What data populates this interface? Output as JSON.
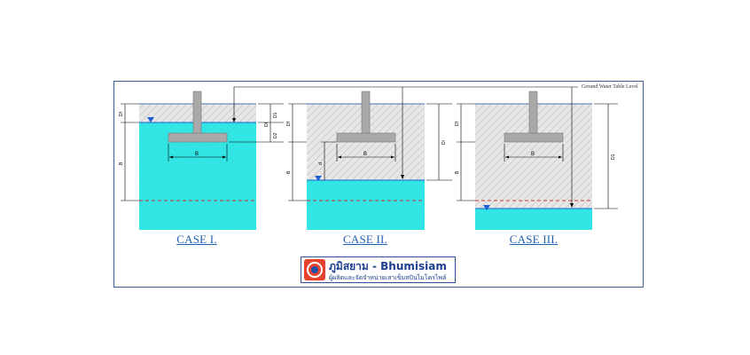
{
  "title": "",
  "annotations": {
    "ground_water_table_level": "Ground Water Table Level"
  },
  "cases": [
    {
      "label": "CASE I.",
      "width_label": "B",
      "labels": [
        "Df",
        "B",
        "D1",
        "Df",
        "D2"
      ]
    },
    {
      "label": "CASE II.",
      "width_label": "B",
      "labels": [
        "Df",
        "B",
        "Di",
        "d"
      ]
    },
    {
      "label": "CASE III.",
      "width_label": "B",
      "labels": [
        "Df",
        "B",
        "D1"
      ]
    }
  ],
  "logo": {
    "title": "ภูมิสยาม - Bhumisiam",
    "subtitle": "ผู้ผลิตและจัดจำหน่ายเสาเข็มสปันไมโครไพล์"
  },
  "colors": {
    "water": "#33e6e6",
    "soil": "#e6e6e6",
    "footing": "#a9a9a9",
    "water_line": "#1f5fd1",
    "failure_plane": "#cc3333",
    "label_blue": "#1f5fb4",
    "frame": "#3d5d96"
  }
}
